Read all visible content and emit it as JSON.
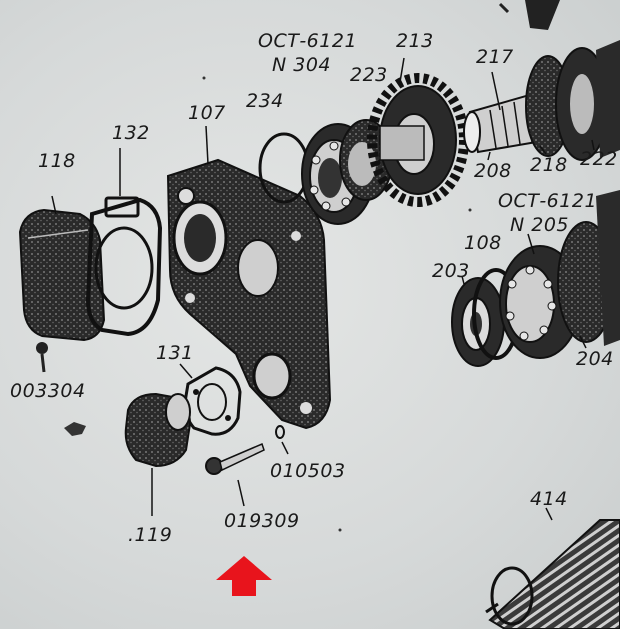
{
  "labels": {
    "p118": "118",
    "p132": "132",
    "p107": "107",
    "p234": "234",
    "ost1": "ОСТ-6121",
    "n304": "N 304",
    "p223": "223",
    "p213": "213",
    "p217": "217",
    "p208": "208",
    "p218": "218",
    "p222": "222",
    "ost2": "ОСТ-6121",
    "n205": "N 205",
    "p108": "108",
    "p203": "203",
    "p204": "204",
    "p003304": "003304",
    "p131": "131",
    "p010503": "010503",
    "p019309": "019309",
    "p119": ".119",
    "p414": "414"
  },
  "colors": {
    "ink": "#1a1a1a",
    "paper": "#dcdfdf",
    "arrow": "#e8141c"
  }
}
